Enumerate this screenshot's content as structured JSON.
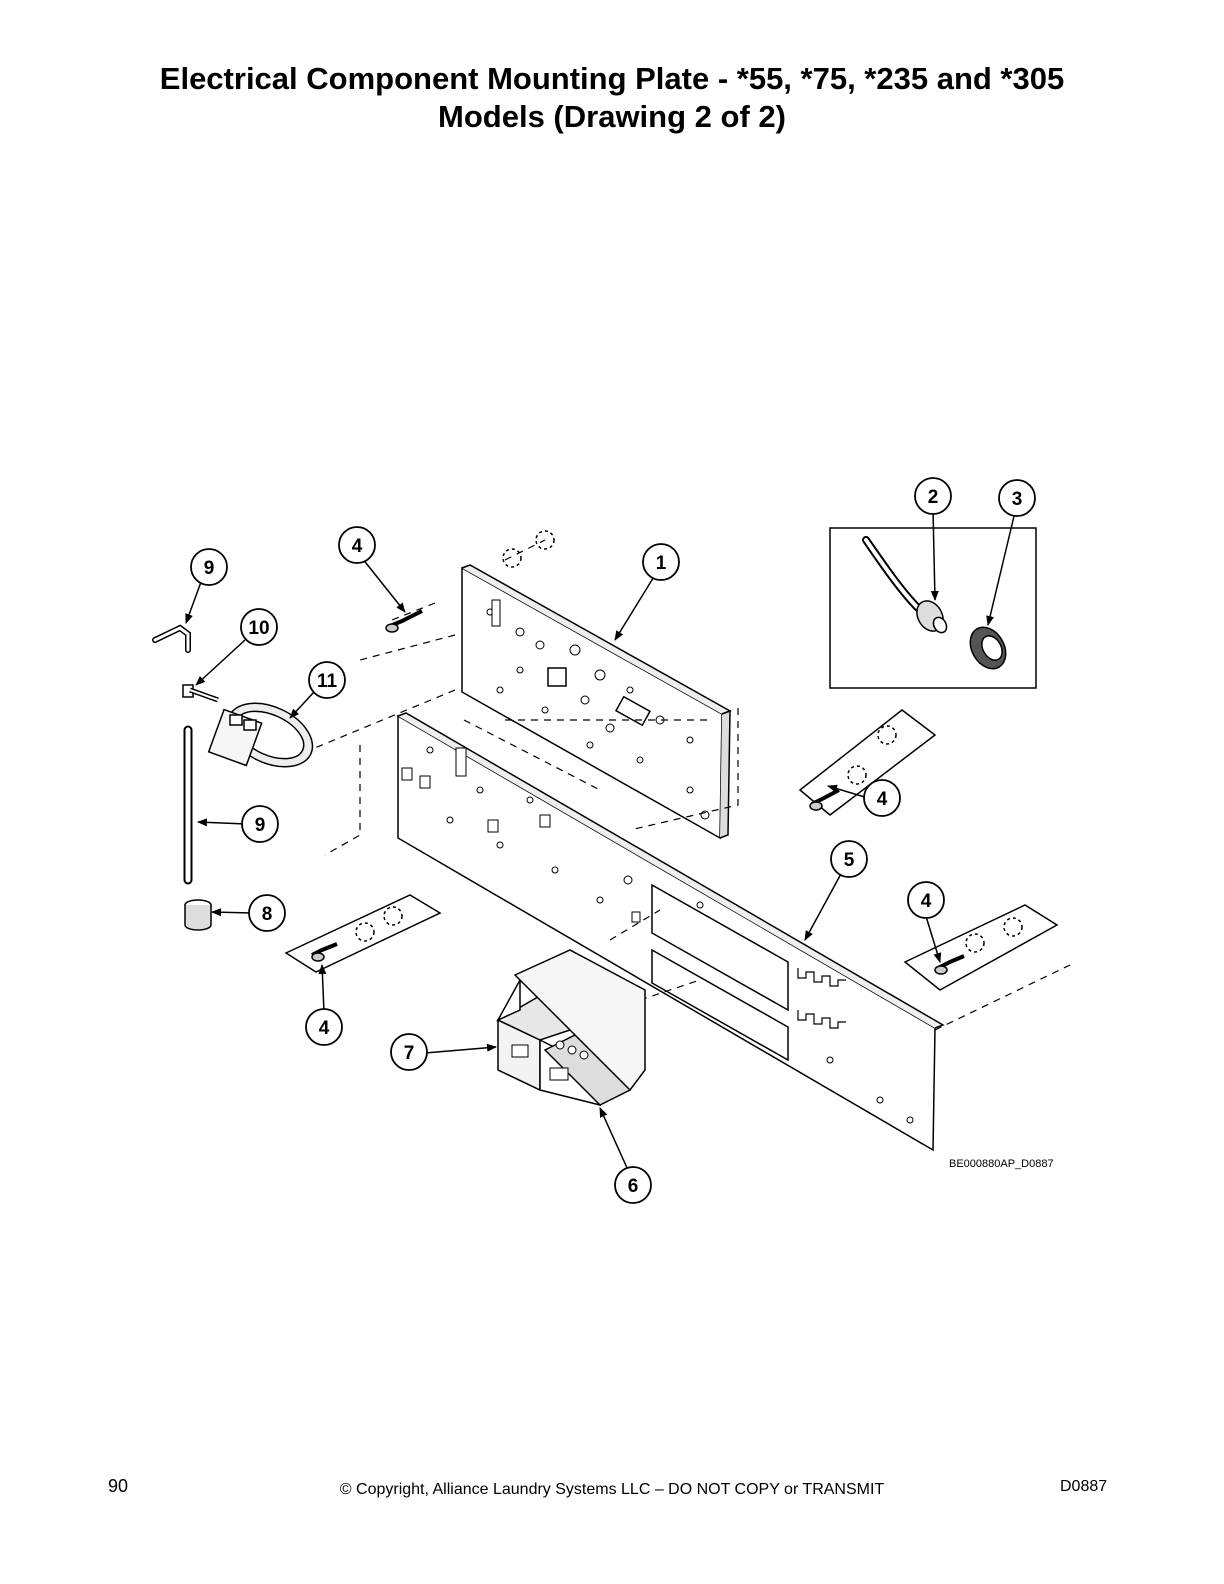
{
  "title": {
    "line1": "Electrical Component Mounting Plate - *55, *75, *235 and *305",
    "line2": "Models (Drawing 2 of 2)"
  },
  "diagram": {
    "drawing_id": "BE000880AP_D0887",
    "callouts": [
      "1",
      "2",
      "3",
      "4",
      "5",
      "6",
      "7",
      "8",
      "9",
      "10",
      "11"
    ]
  },
  "footer": {
    "page_number": "90",
    "copyright": "© Copyright, Alliance Laundry Systems LLC – DO NOT COPY or TRANSMIT",
    "doc_code": "D0887"
  }
}
